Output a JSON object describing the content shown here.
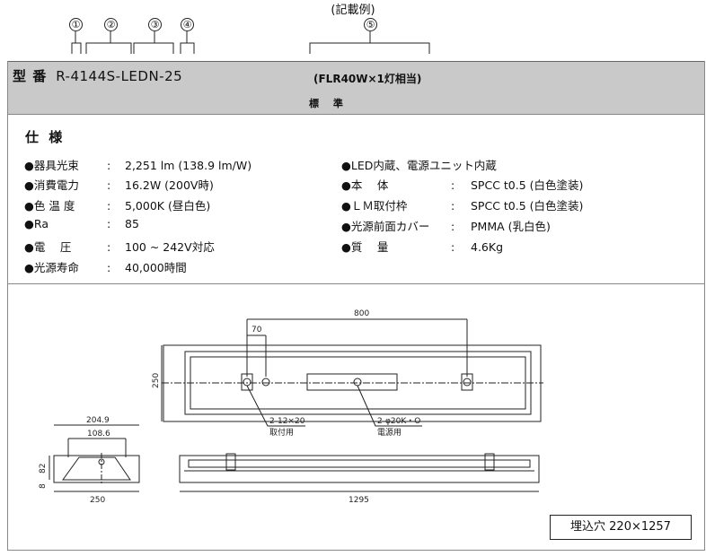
{
  "header": {
    "example_label": "(記載例)",
    "callouts": [
      "①",
      "②",
      "③",
      "④",
      "⑤"
    ]
  },
  "model": {
    "label": "型 番",
    "code": "R-4144S-LEDN-25",
    "lamp_equiv": "(FLR40W×1灯相当)",
    "grade": "標 準"
  },
  "spec": {
    "title": "仕 様",
    "left": [
      {
        "label": "●器具光束",
        "value": "2,251 lm (138.9 lm/W)"
      },
      {
        "label": "●消費電力",
        "value": "16.2W (200V時)"
      },
      {
        "label": "●色 温 度",
        "value": "5,000K (昼白色)"
      },
      {
        "label": "●Ra",
        "value": "85"
      },
      {
        "label": "●電　 圧",
        "value": "100 ~ 242V対応"
      },
      {
        "label": "●光源寿命",
        "value": "40,000時間"
      }
    ],
    "right_note": "●LED内蔵、電源ユニット内蔵",
    "right": [
      {
        "label": "●本　 体",
        "value": "SPCC t0.5 (白色塗装)"
      },
      {
        "label": "●ＬＭ取付枠",
        "value": "SPCC t0.5 (白色塗装)"
      },
      {
        "label": "●光源前面カバー",
        "value": "PMMA (乳白色)"
      },
      {
        "label": "●質　 量",
        "value": "4.6Kg"
      }
    ],
    "colon": ":"
  },
  "drawing": {
    "dim_800": "800",
    "dim_70": "70",
    "dim_250_side": "250",
    "hole_mount": "2-12×20",
    "hole_mount_note": "取付用",
    "hole_power": "2-φ20K・O",
    "hole_power_note": "電源用",
    "dim_204_9": "204.9",
    "dim_108_6": "108.6",
    "dim_82": "82",
    "dim_8": "8",
    "dim_250_bottom": "250",
    "dim_1295": "1295"
  },
  "cutout": "埋込穴 220×1257"
}
